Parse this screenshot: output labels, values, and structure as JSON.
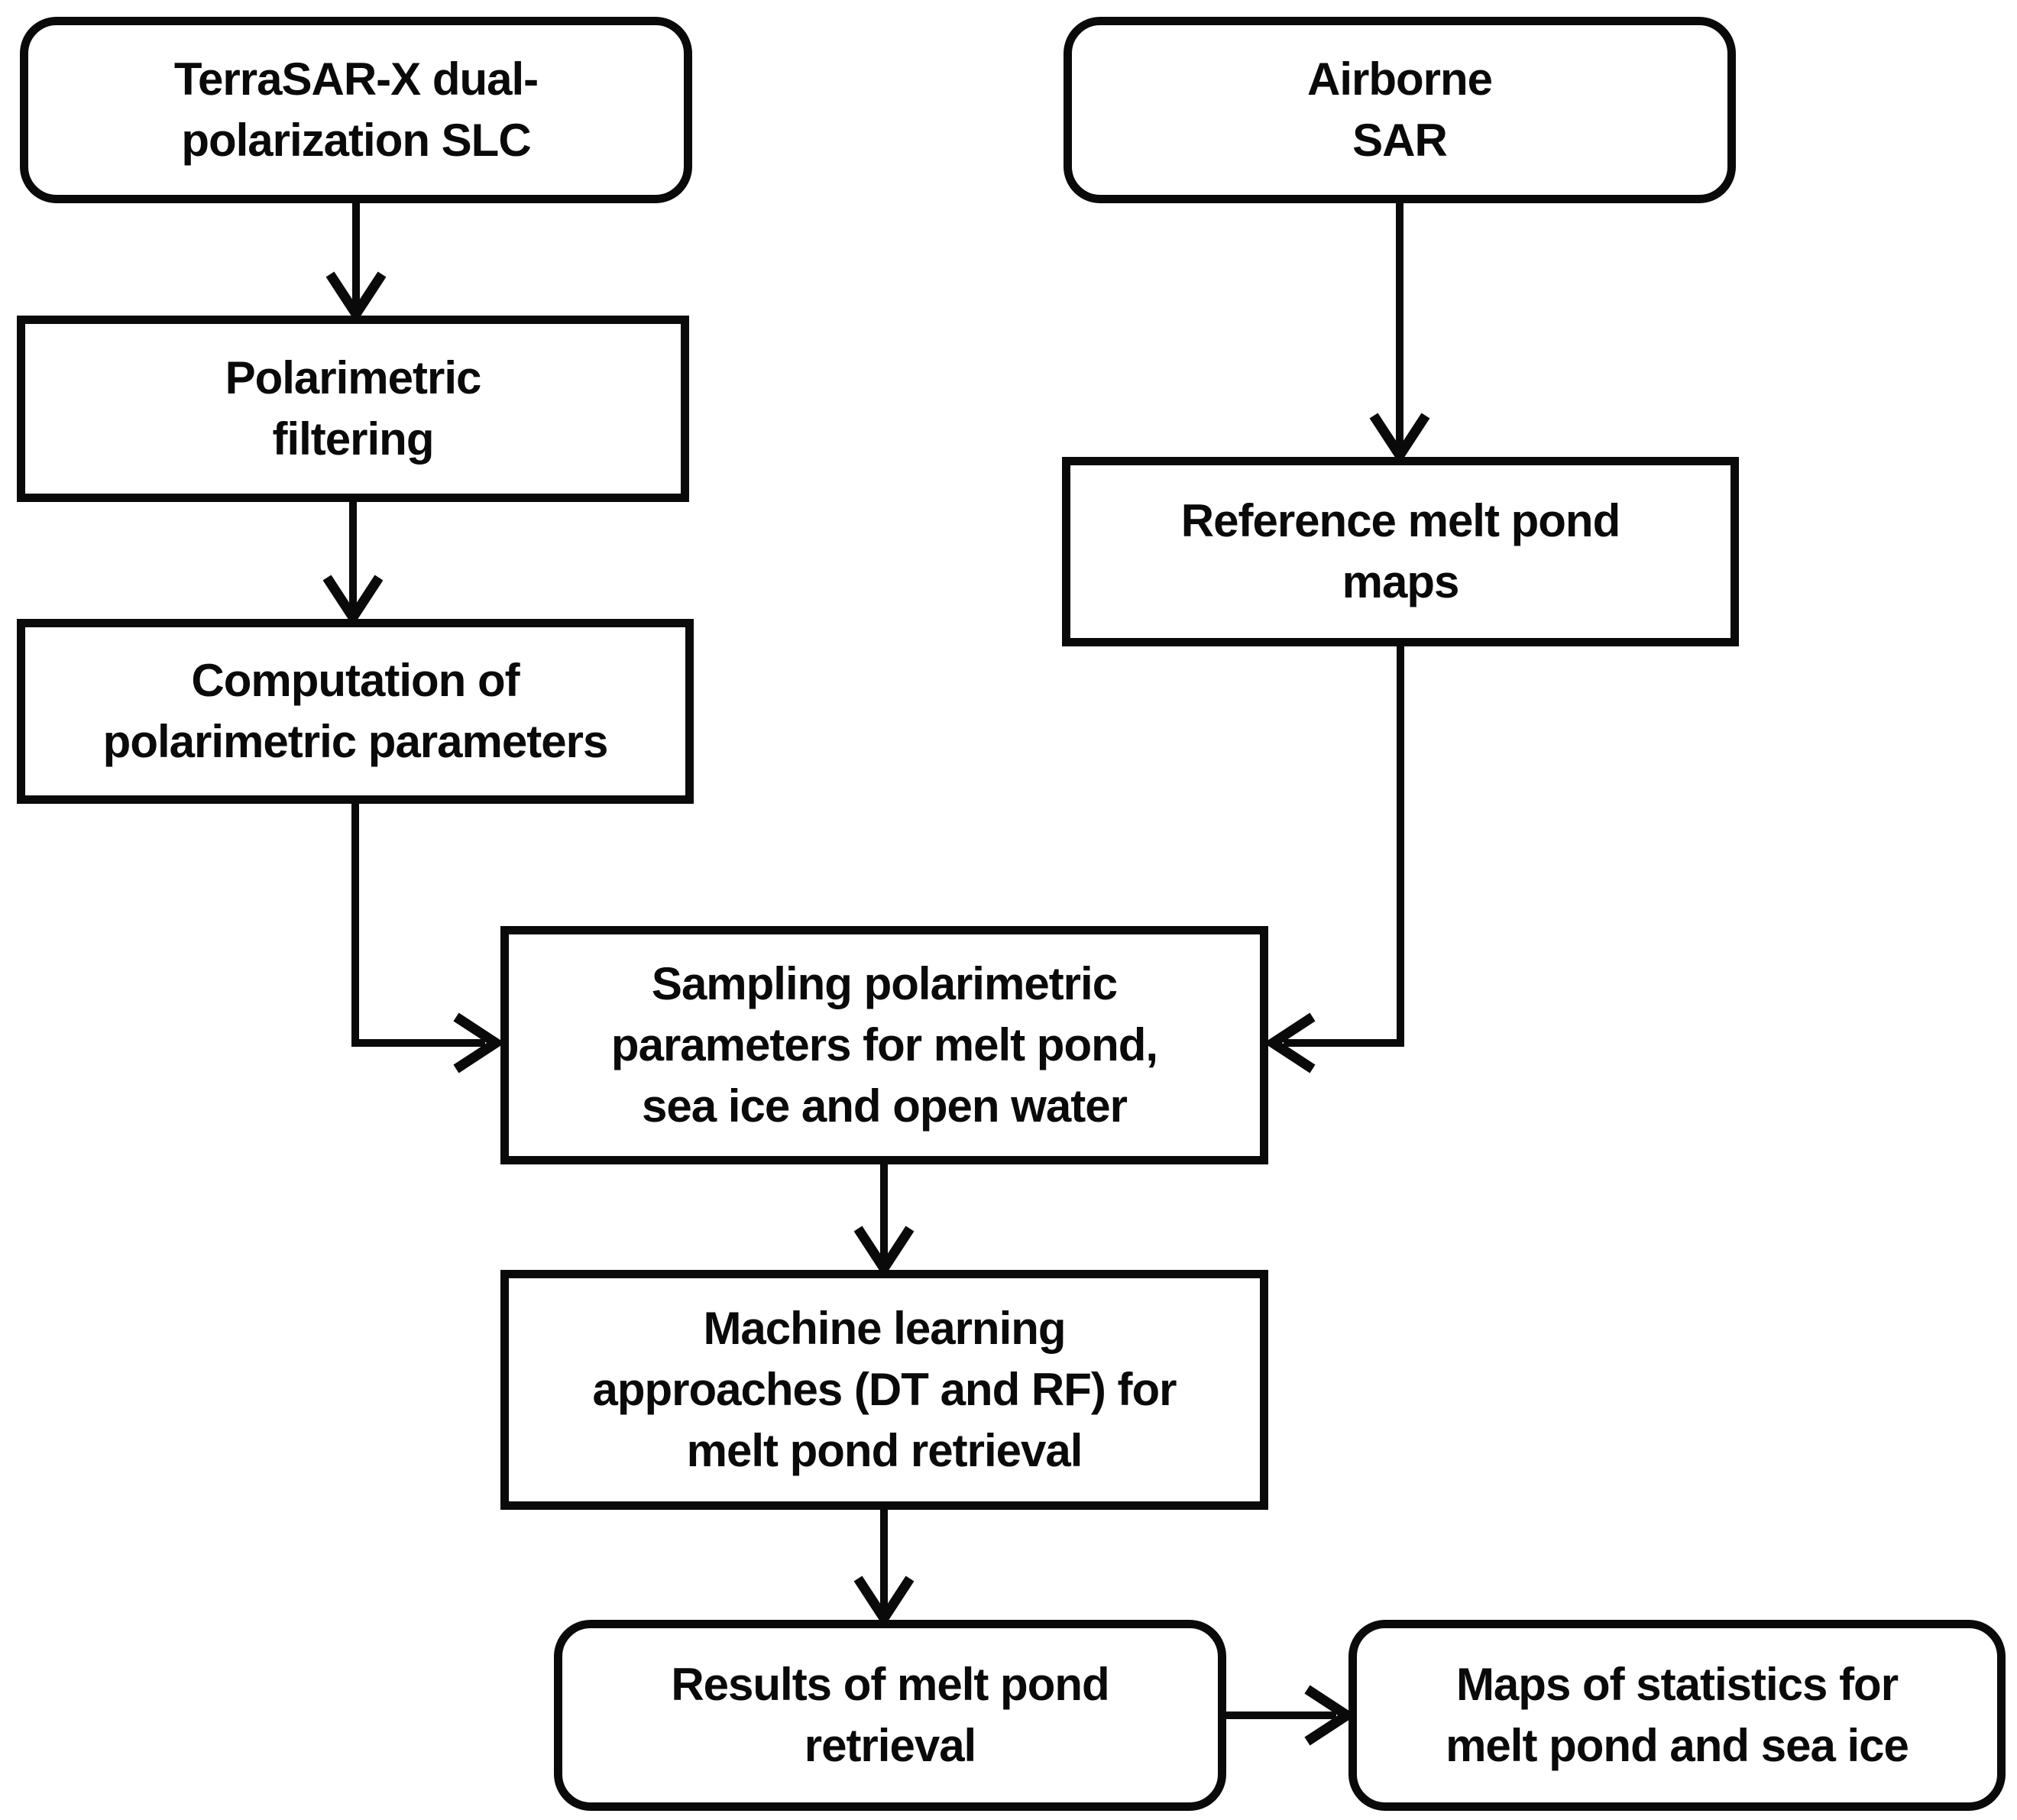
{
  "diagram": {
    "type": "flowchart",
    "background_color": "#ffffff",
    "stroke_color": "#0a0a0a",
    "text_color": "#0a0a0a",
    "nodes": {
      "terrasar": {
        "label": "TerraSAR-X dual-\npolarization SLC",
        "shape": "rounded"
      },
      "filtering": {
        "label": "Polarimetric\nfiltering",
        "shape": "rect"
      },
      "computation": {
        "label": "Computation of\npolarimetric parameters",
        "shape": "rect"
      },
      "airborne": {
        "label": "Airborne\nSAR",
        "shape": "rounded"
      },
      "reference": {
        "label": "Reference melt pond\nmaps",
        "shape": "rect"
      },
      "sampling": {
        "label": "Sampling polarimetric\nparameters for melt pond,\nsea ice and open water",
        "shape": "rect"
      },
      "ml": {
        "label": "Machine learning\napproaches (DT and RF) for\nmelt pond retrieval",
        "shape": "rect"
      },
      "results": {
        "label": "Results of melt pond\nretrieval",
        "shape": "rounded"
      },
      "maps": {
        "label": "Maps of statistics for\nmelt pond and sea ice",
        "shape": "rounded"
      }
    },
    "connections": [
      {
        "from": "terrasar",
        "to": "filtering"
      },
      {
        "from": "filtering",
        "to": "computation"
      },
      {
        "from": "computation",
        "to": "sampling"
      },
      {
        "from": "airborne",
        "to": "reference"
      },
      {
        "from": "reference",
        "to": "sampling"
      },
      {
        "from": "sampling",
        "to": "ml"
      },
      {
        "from": "ml",
        "to": "results"
      },
      {
        "from": "results",
        "to": "maps"
      }
    ]
  }
}
